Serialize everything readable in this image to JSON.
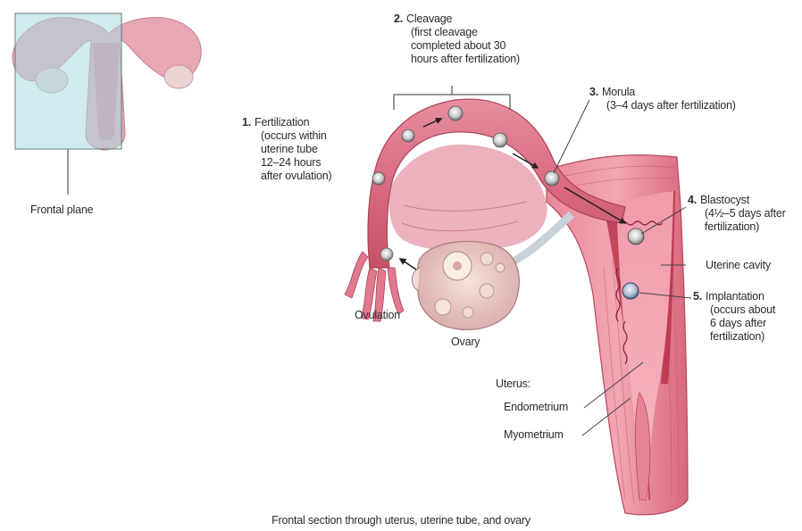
{
  "inset": {
    "label": "Frontal plane"
  },
  "steps": [
    {
      "num": "1.",
      "title": "Fertilization",
      "lines": [
        "(occurs within",
        "uterine tube",
        "12–24 hours",
        "after ovulation)"
      ]
    },
    {
      "num": "2.",
      "title": "Cleavage",
      "lines": [
        "(first cleavage",
        "completed about 30",
        "hours after fertilization)"
      ]
    },
    {
      "num": "3.",
      "title": "Morula",
      "lines": [
        "(3–4 days after fertilization)"
      ]
    },
    {
      "num": "4.",
      "title": "Blastocyst",
      "lines": [
        "(4½–5 days after",
        "fertilization)"
      ]
    },
    {
      "num": "5.",
      "title": "Implantation",
      "lines": [
        "(occurs about",
        "6 days after",
        "fertilization)"
      ]
    }
  ],
  "labels": {
    "ovulation": "Ovulation",
    "ovary": "Ovary",
    "uterine_cavity": "Uterine cavity",
    "uterus": "Uterus:",
    "endometrium": "Endometrium",
    "myometrium": "Myometrium"
  },
  "caption": "Frontal section through uterus, uterine tube, and ovary"
}
